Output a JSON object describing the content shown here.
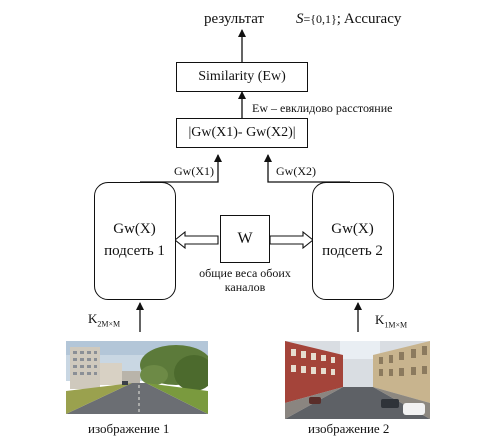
{
  "top": {
    "result_label": "результат",
    "formula_prefix": "S",
    "formula_set": "={0,1}",
    "formula_metric": "; Accuracy"
  },
  "similarity_box": {
    "label": "Similarity (Ew)"
  },
  "ew_note": "Ew – евклидово расстояние",
  "diff_box": {
    "label": "|Gw(X1)- Gw(X2)|"
  },
  "left_output_label": "Gw(X1)",
  "right_output_label": "Gw(X2)",
  "left_subnet": {
    "func": "Gw(X)",
    "name": "подсеть 1"
  },
  "right_subnet": {
    "func": "Gw(X)",
    "name": "подсеть 2"
  },
  "weights_box": {
    "label": "W"
  },
  "weights_caption": {
    "line1": "общие веса обоих",
    "line2": "каналов"
  },
  "left_input": {
    "k_main": "K",
    "k_sub": "2M×M"
  },
  "right_input": {
    "k_main": "K",
    "k_sub": "1M×M"
  },
  "left_image_caption": "изображение 1",
  "right_image_caption": "изображение 2"
}
